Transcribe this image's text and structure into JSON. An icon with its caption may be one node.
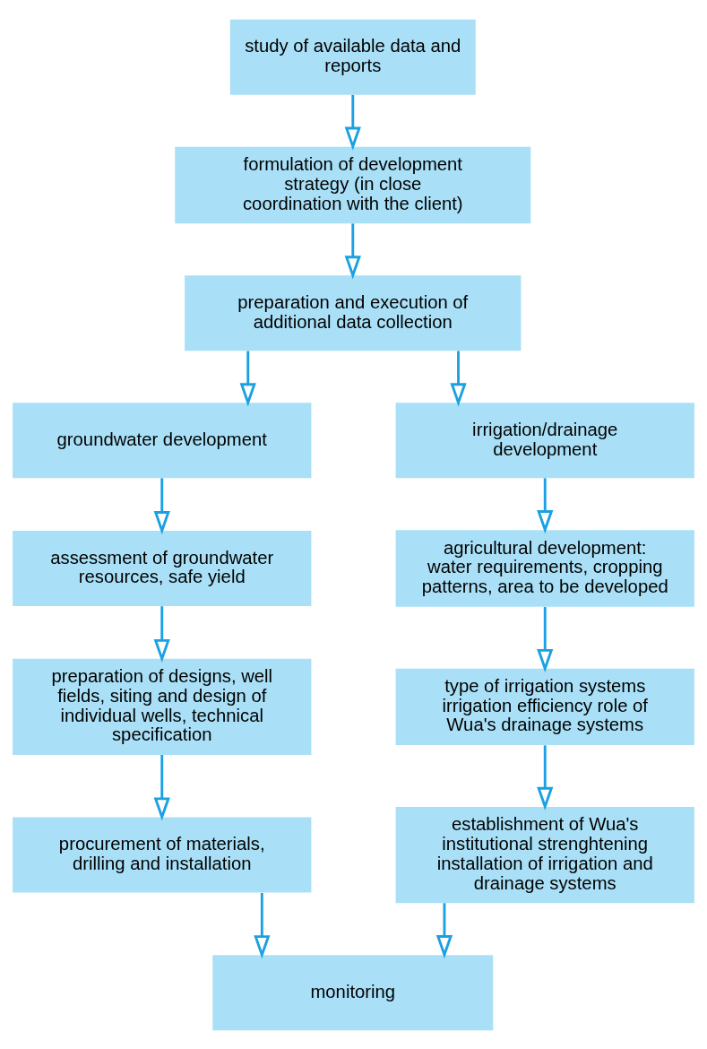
{
  "diagram": {
    "nodes": [
      {
        "text": [
          "study of available data and reports"
        ]
      },
      {
        "text": [
          "formulation of development strategy (in close coordination with the client)"
        ]
      },
      {
        "text": [
          "preparation and execution of additional data collection"
        ]
      },
      {
        "text": [
          "groundwater development"
        ]
      },
      {
        "text": [
          "irrigation/drainage development"
        ]
      },
      {
        "text": [
          "assessment of groundwater resources, safe yield"
        ]
      },
      {
        "text": [
          "agricultural development: water requirements, cropping patterns, area to be developed"
        ]
      },
      {
        "text": [
          "preparation of designs, well fields, siting and design of individual wells, technical specification"
        ]
      },
      {
        "text": [
          "type of irrigation systems irrigation efficiency role of Wua's drainage systems"
        ]
      },
      {
        "text": [
          "procurement of materials, drilling and installation"
        ]
      },
      {
        "text": [
          "establishment of Wua's institutional strenghtening installation of irrigation and drainage systems"
        ]
      },
      {
        "text": [
          "monitoring"
        ]
      }
    ],
    "edges": [
      {
        "from": 0,
        "to": 1,
        "arrow": "to"
      },
      {
        "from": 1,
        "to": 2,
        "arrow": "to"
      },
      {
        "from": 2,
        "to": 3,
        "arrow": "to"
      },
      {
        "from": 2,
        "to": 4,
        "arrow": "to"
      },
      {
        "from": 3,
        "to": 5,
        "arrow": "to"
      },
      {
        "from": 4,
        "to": 6,
        "arrow": "to"
      },
      {
        "from": 5,
        "to": 7,
        "arrow": "to"
      },
      {
        "from": 6,
        "to": 8,
        "arrow": "to"
      },
      {
        "from": 7,
        "to": 9,
        "arrow": "to"
      },
      {
        "from": 8,
        "to": 10,
        "arrow": "to"
      },
      {
        "from": 9,
        "to": 11,
        "arrow": "to"
      },
      {
        "from": 10,
        "to": 11,
        "arrow": "to"
      }
    ]
  }
}
